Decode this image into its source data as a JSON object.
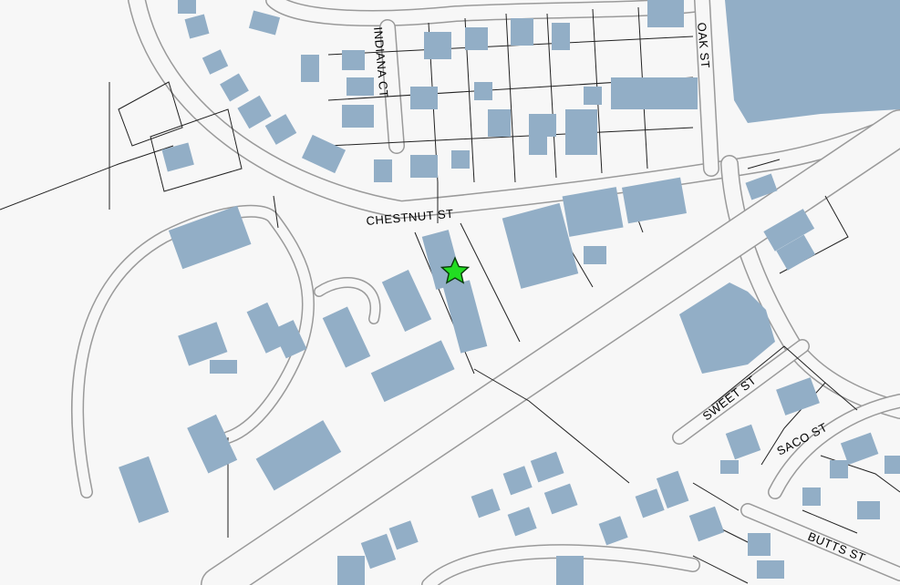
{
  "map": {
    "colors": {
      "background": "#f7f7f7",
      "building": "#92aec6",
      "road_edge": "#9a9a9a",
      "parcel_line": "#222222",
      "marker_fill": "#22dd22",
      "marker_stroke": "#0a3a0a"
    },
    "street_labels": {
      "indiana_ct": "INDIANA CT",
      "oak_st": "OAK ST",
      "chestnut_st": "CHESTNUT ST",
      "sweet_st": "SWEET ST",
      "saco_st": "SACO ST",
      "butts_st": "BUTTS ST"
    },
    "marker": {
      "icon": "star-icon"
    }
  }
}
